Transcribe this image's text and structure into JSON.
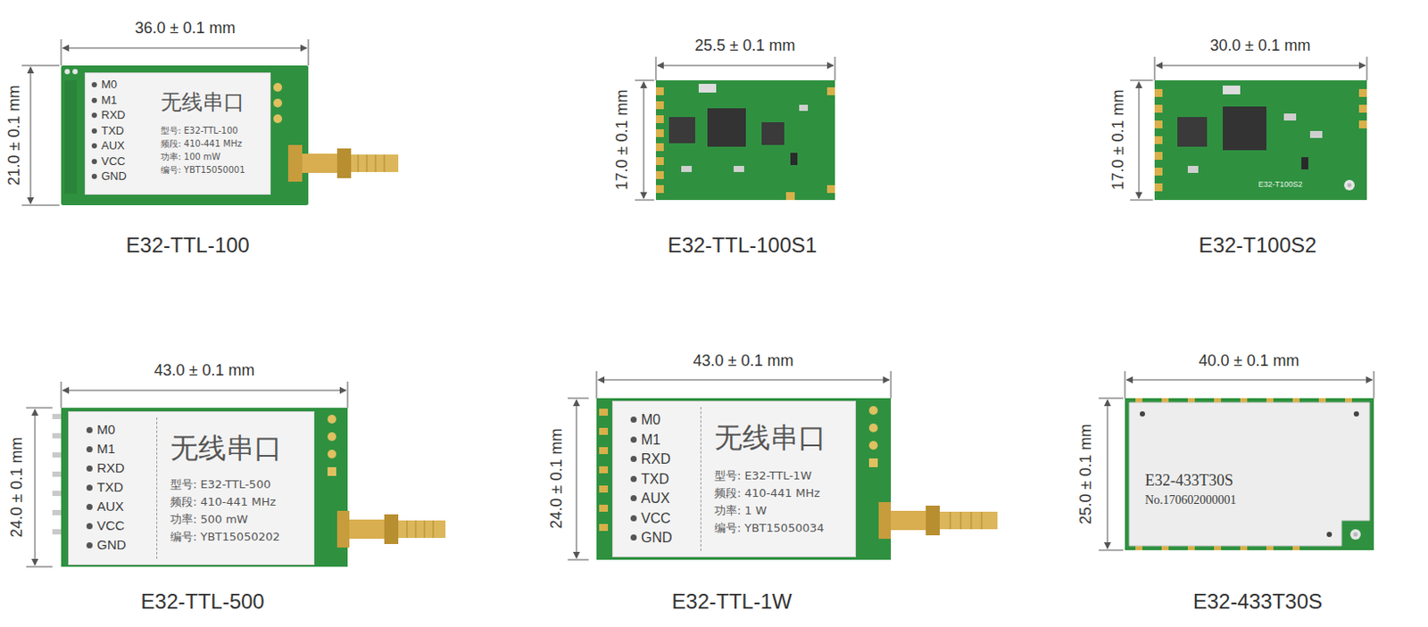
{
  "diagram": {
    "nodes": [
      {
        "text": [
          "M0",
          "M1",
          "RXD",
          "TXD",
          "AUX",
          "VCC",
          "GND",
          "无线串口",
          "型号: E32-TTL-100",
          "频段: 410-441 MHz",
          "功率: 100 mW",
          "编号: YBT15050001"
        ]
      },
      {
        "text": [
          "M0",
          "M1",
          "RXD",
          "TXD",
          "AUX",
          "VCC",
          "GND",
          "无线串口",
          "型号: E32-TTL-500",
          "频段: 410-441 MHz",
          "功率: 500 mW",
          "编号: YBT15050202"
        ]
      },
      {
        "text": [
          "M0",
          "M1",
          "RXD",
          "TXD",
          "AUX",
          "VCC",
          "GND",
          "无线串口",
          "型号: E32-TTL-1W",
          "频段: 410-441 MHz",
          "功率: 1 W",
          "编号: YBT15050034"
        ]
      },
      {
        "text": [
          "E32-433T30S",
          "No.170602000001"
        ]
      }
    ],
    "labels": [
      "36.0 ± 0.1 mm",
      "21.0 ± 0.1 mm",
      "E32-TTL-100",
      "25.5 ± 0.1 mm",
      "17.0 ± 0.1 mm",
      "E32-TTL-100S1",
      "30.0 ± 0.1 mm",
      "17.0 ± 0.1 mm",
      "E32-T100S2",
      "E32-T100S2",
      "43.0 ± 0.1 mm",
      "24.0 ± 0.1 mm",
      "E32-TTL-500",
      "43.0 ± 0.1 mm",
      "24.0 ± 0.1 mm",
      "E32-TTL-1W",
      "40.0 ± 0.1 mm",
      "25.0 ± 0.1 mm",
      "E32-433T30S"
    ]
  }
}
